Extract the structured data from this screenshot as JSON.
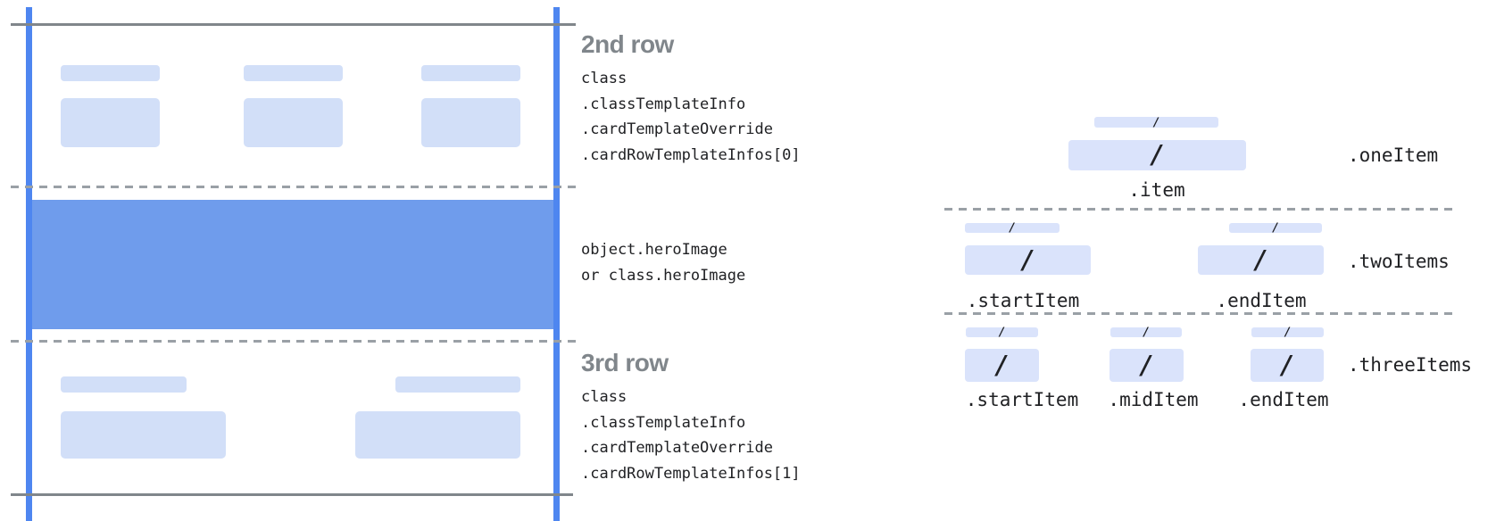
{
  "colors": {
    "guide_blue": "#4e86f0",
    "hero_blue": "#6f9cec",
    "card_field_blue": "#d2dff8",
    "item_bar_blue": "#dae3fb",
    "solid_line_gray": "#80868b",
    "dashed_line_gray": "#9aa0a6",
    "heading_gray": "#80868b",
    "code_text": "#202124"
  },
  "glyphs": {
    "slash": "/"
  },
  "left_panel": {
    "row2": {
      "heading": "2nd row",
      "code_lines": [
        "class",
        ".classTemplateInfo",
        ".cardTemplateOverride",
        ".cardRowTemplateInfos[0]"
      ]
    },
    "hero": {
      "code_lines": [
        "object.heroImage",
        "or class.heroImage"
      ]
    },
    "row3": {
      "heading": "3rd row",
      "code_lines": [
        "class",
        ".classTemplateInfo",
        ".cardTemplateOverride",
        ".cardRowTemplateInfos[1]"
      ]
    }
  },
  "right_panel": {
    "one_item": {
      "row_label": ".oneItem",
      "item_label": ".item"
    },
    "two_items": {
      "row_label": ".twoItems",
      "start_label": ".startItem",
      "end_label": ".endItem"
    },
    "three_items": {
      "row_label": ".threeItems",
      "start_label": ".startItem",
      "mid_label": ".midItem",
      "end_label": ".endItem"
    }
  }
}
